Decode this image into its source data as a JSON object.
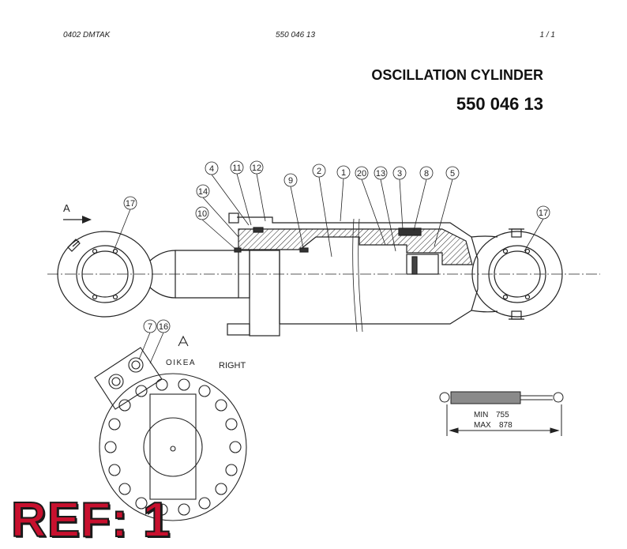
{
  "header": {
    "left": "0402   DMTAK",
    "center": "550 046 13",
    "right": "1 / 1"
  },
  "title": "OSCILLATION CYLINDER",
  "part_number": "550 046 13",
  "callouts": [
    "4",
    "11",
    "12",
    "2",
    "1",
    "20",
    "13",
    "3",
    "8",
    "5",
    "14",
    "9",
    "10",
    "17",
    "17",
    "7",
    "16"
  ],
  "view": {
    "arrow_label": "A",
    "view_label": "A",
    "stamp_text": "OIKEA",
    "side_label": "RIGHT"
  },
  "stroke": {
    "min_label": "MIN",
    "min_value": "755",
    "max_label": "MAX",
    "max_value": "878"
  },
  "ref_label": "REF: 1"
}
